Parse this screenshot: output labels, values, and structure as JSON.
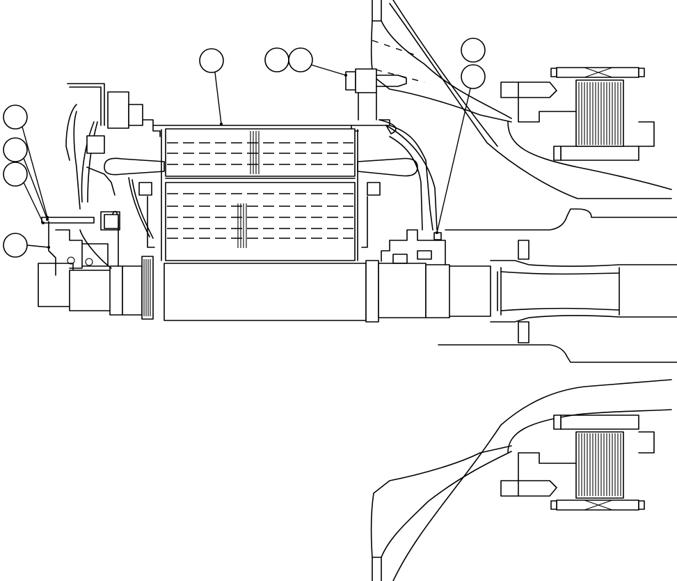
{
  "diagram": {
    "type": "cross-section-assembly",
    "colors": {
      "line": "#000000",
      "background": "#ffffff"
    },
    "callouts": [
      {
        "id": "c1",
        "label": ""
      },
      {
        "id": "c2",
        "label": ""
      },
      {
        "id": "c3",
        "label": ""
      },
      {
        "id": "c4",
        "label": ""
      },
      {
        "id": "c5",
        "label": ""
      },
      {
        "id": "c6",
        "label": ""
      },
      {
        "id": "c7",
        "label": ""
      },
      {
        "id": "c8",
        "label": ""
      },
      {
        "id": "c9",
        "label": ""
      }
    ]
  }
}
